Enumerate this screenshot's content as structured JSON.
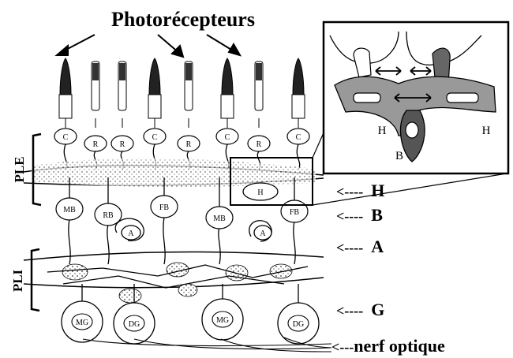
{
  "title": "Photorécepteurs",
  "layers": {
    "outer": "PLE",
    "inner": "PLI"
  },
  "arrow_labels": [
    {
      "arrow": "<----",
      "label": "H"
    },
    {
      "arrow": "<----",
      "label": "B"
    },
    {
      "arrow": "<----",
      "label": "A"
    },
    {
      "arrow": "<----",
      "label": "G"
    },
    {
      "arrow": "<---",
      "label": "nerf optique"
    }
  ],
  "inset": {
    "labels": [
      "H",
      "B",
      "H"
    ]
  },
  "cell_labels": {
    "cones": "C",
    "rods": "R",
    "horizontal": "H",
    "bipolar": [
      "MB",
      "RB",
      "FB",
      "MB",
      "FB"
    ],
    "amacrine": "A",
    "ganglion": [
      "MG",
      "DG",
      "MG",
      "DG"
    ]
  }
}
